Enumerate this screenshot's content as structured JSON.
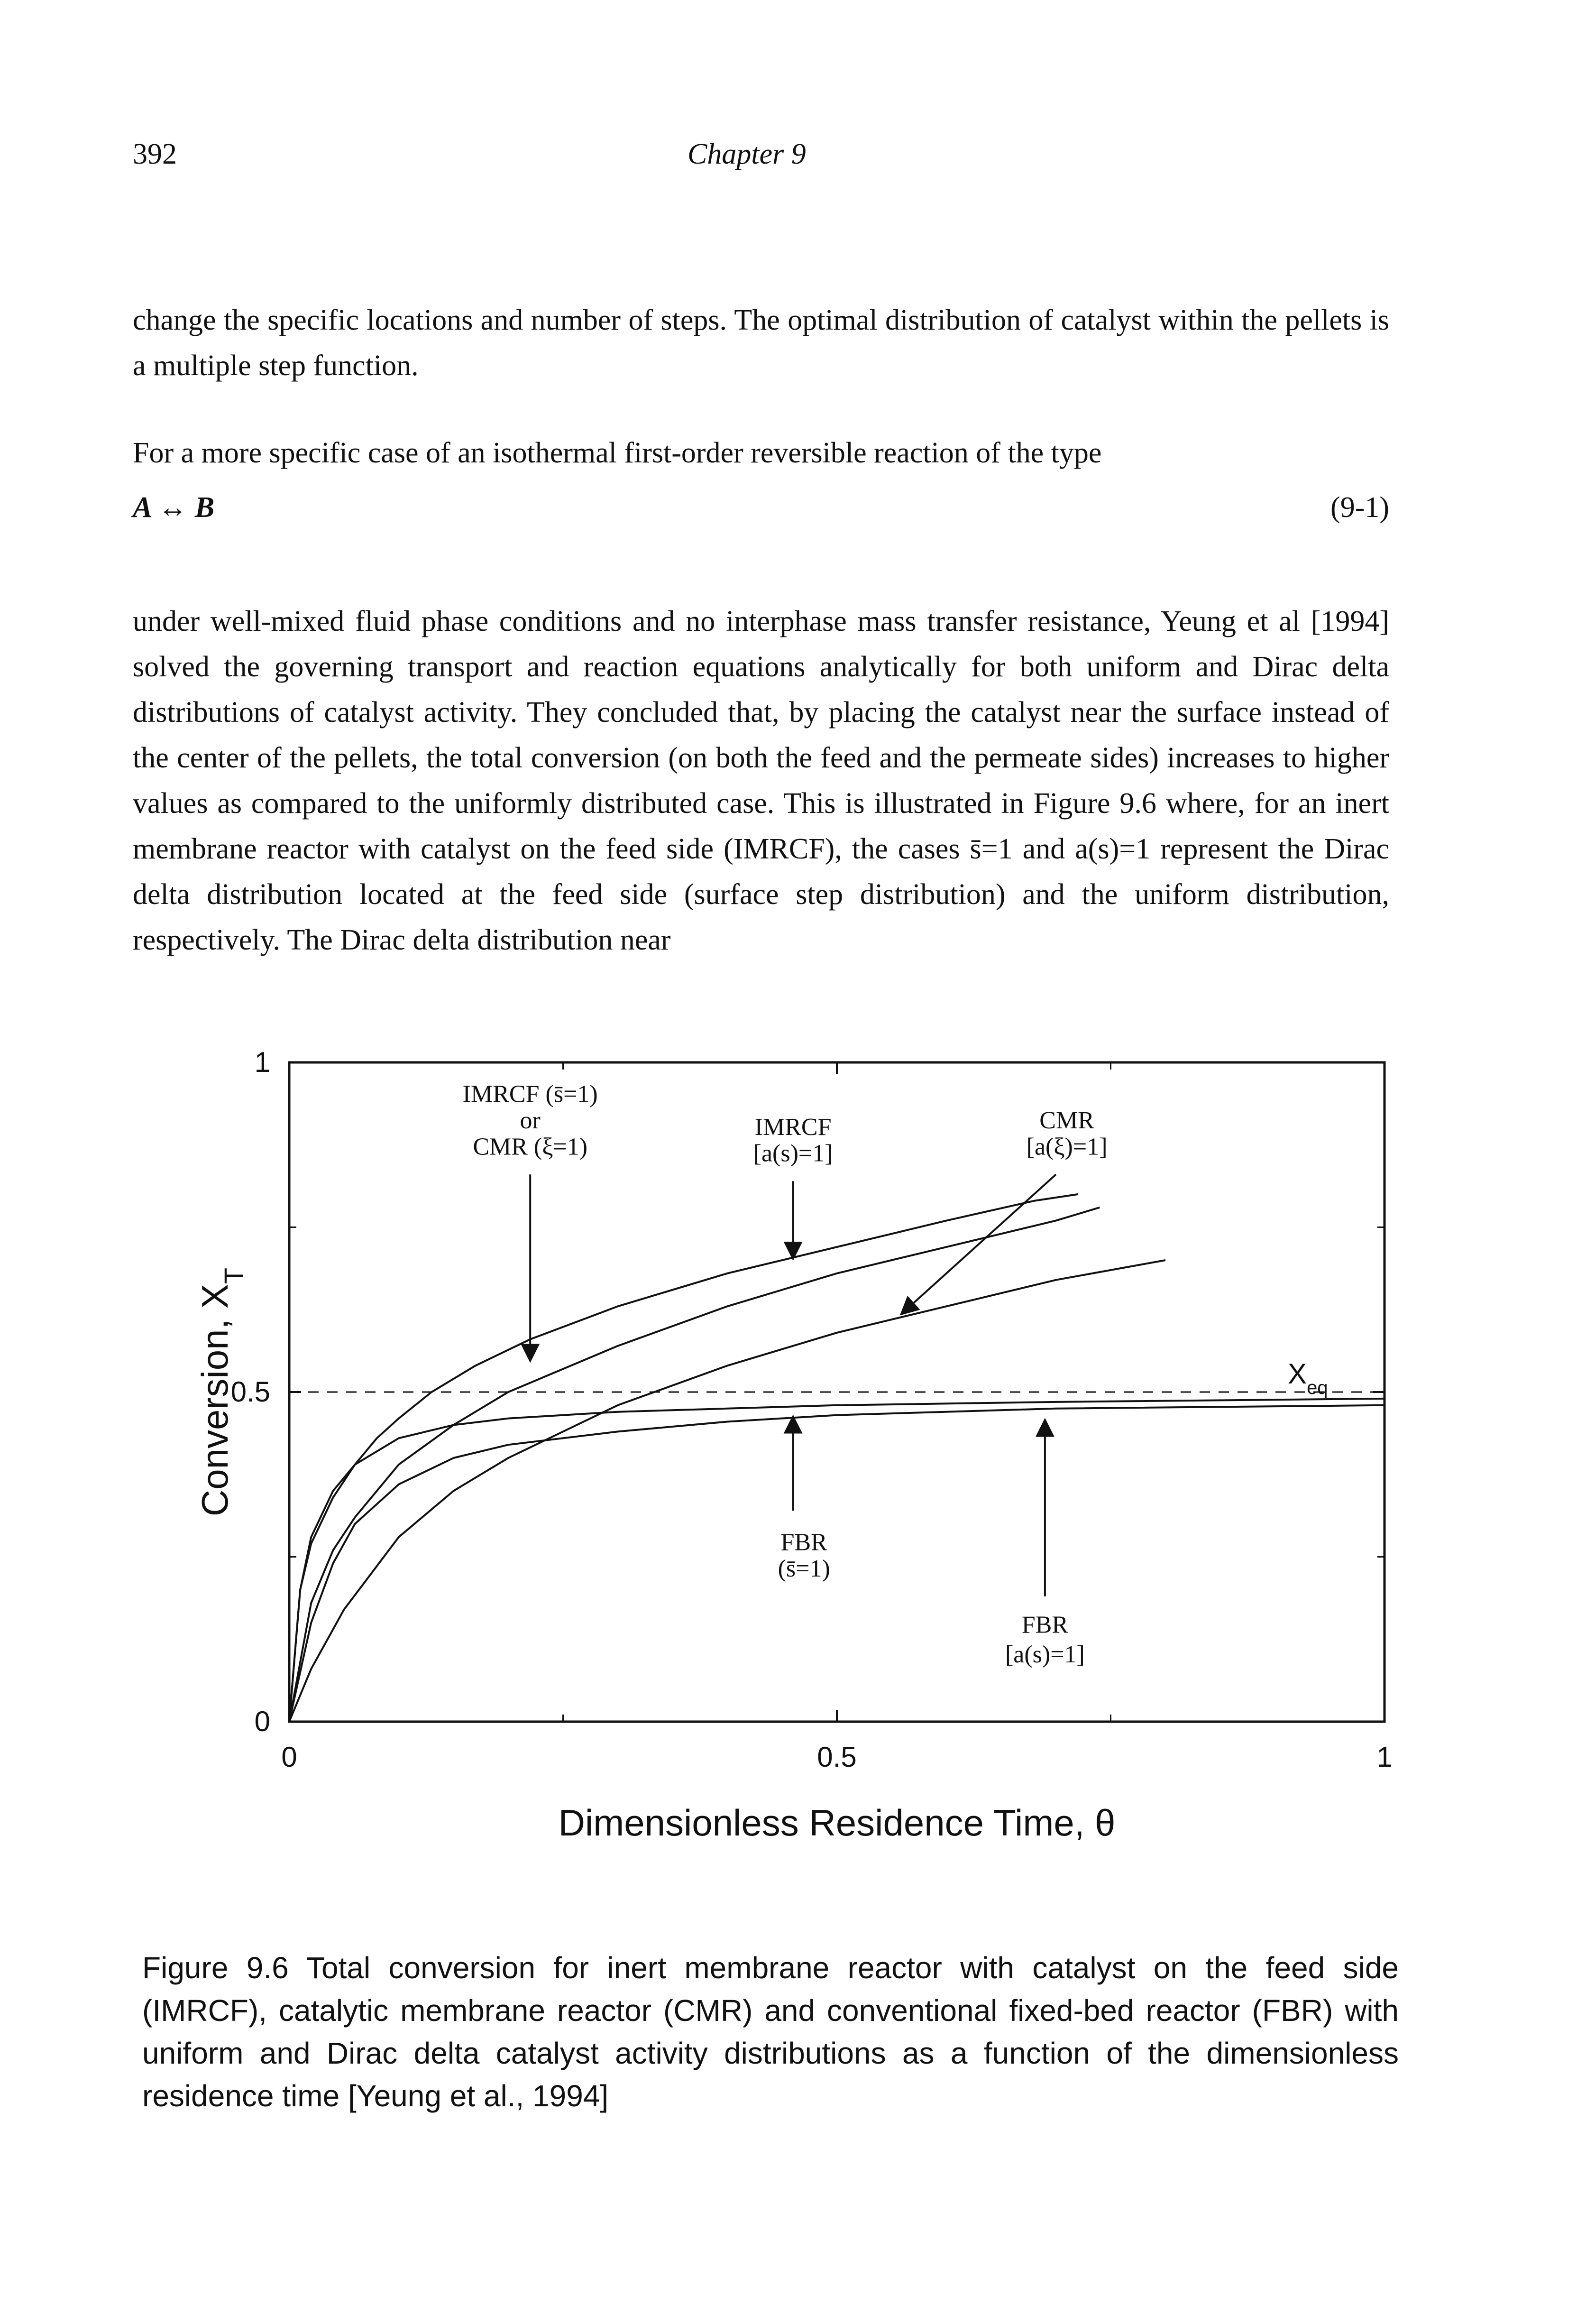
{
  "header": {
    "page_number": "392",
    "chapter": "Chapter 9"
  },
  "body": {
    "para1": "change the specific locations and number of steps. The optimal distribution of catalyst within the pellets is a multiple step function.",
    "para2": "For a more specific case of an isothermal first-order reversible reaction of the type",
    "equation": "A ↔ B",
    "equation_number": "(9-1)",
    "para3": "under well-mixed fluid phase conditions and no interphase mass transfer resistance, Yeung et al [1994] solved the governing transport and reaction equations analytically for both uniform and Dirac delta distributions of catalyst activity. They concluded that, by placing the catalyst near the surface instead of the center of the pellets, the total conversion (on both the feed and the permeate sides) increases to higher values as compared to the uniformly distributed case. This is illustrated in Figure 9.6 where, for an inert membrane reactor with catalyst on the feed side (IMRCF), the cases s̄=1 and a(s)=1 represent the Dirac delta distribution located at the feed side (surface step distribution) and the uniform distribution, respectively. The Dirac delta distribution near"
  },
  "chart_data": {
    "type": "line",
    "xlabel": "Dimensionless Residence Time, θ",
    "ylabel": "Conversion, X",
    "ylabel_sub": "T",
    "xlim": [
      0,
      1
    ],
    "ylim": [
      0,
      1
    ],
    "x_ticks": [
      "0",
      "0.5",
      "1"
    ],
    "y_ticks": [
      "0",
      "0.5",
      "1"
    ],
    "reference_lines": [
      {
        "label": "X",
        "label_sub": "eq",
        "y": 0.5,
        "style": "dashed"
      }
    ],
    "series": [
      {
        "name": "IMRCF (s̄=1) or CMR (ξ=1)",
        "line2": "or",
        "line3": "CMR (ξ=1)",
        "line1": "IMRCF (s̄=1)",
        "x": [
          0.0,
          0.01,
          0.02,
          0.04,
          0.06,
          0.08,
          0.1,
          0.13,
          0.17,
          0.22,
          0.3,
          0.4,
          0.5,
          0.6,
          0.68,
          0.72
        ],
        "y": [
          0.0,
          0.2,
          0.27,
          0.34,
          0.39,
          0.43,
          0.46,
          0.5,
          0.54,
          0.58,
          0.63,
          0.68,
          0.72,
          0.76,
          0.79,
          0.8
        ]
      },
      {
        "name": "IMRCF [a(s)=1]",
        "line1": "IMRCF",
        "line2": "[a(s)=1]",
        "x": [
          0.0,
          0.02,
          0.04,
          0.06,
          0.1,
          0.15,
          0.2,
          0.3,
          0.4,
          0.5,
          0.6,
          0.7,
          0.74
        ],
        "y": [
          0.0,
          0.18,
          0.26,
          0.31,
          0.39,
          0.45,
          0.5,
          0.57,
          0.63,
          0.68,
          0.72,
          0.76,
          0.78
        ]
      },
      {
        "name": "CMR [a(ξ)=1]",
        "line1": "CMR",
        "line2": "[a(ξ)=1]",
        "x": [
          0.0,
          0.02,
          0.05,
          0.1,
          0.15,
          0.2,
          0.3,
          0.4,
          0.5,
          0.6,
          0.7,
          0.8
        ],
        "y": [
          0.0,
          0.08,
          0.17,
          0.28,
          0.35,
          0.4,
          0.48,
          0.54,
          0.59,
          0.63,
          0.67,
          0.7
        ]
      },
      {
        "name": "FBR (s̄=1)",
        "line1": "FBR",
        "line2": "(s̄=1)",
        "x": [
          0.0,
          0.01,
          0.02,
          0.04,
          0.06,
          0.1,
          0.15,
          0.2,
          0.3,
          0.4,
          0.5,
          0.7,
          1.0
        ],
        "y": [
          0.0,
          0.2,
          0.28,
          0.35,
          0.39,
          0.43,
          0.45,
          0.46,
          0.47,
          0.475,
          0.48,
          0.485,
          0.49
        ]
      },
      {
        "name": "FBR [a(s)=1]",
        "line1": "FBR",
        "line2": "[a(s)=1]",
        "x": [
          0.0,
          0.02,
          0.04,
          0.06,
          0.1,
          0.15,
          0.2,
          0.3,
          0.4,
          0.5,
          0.7,
          1.0
        ],
        "y": [
          0.0,
          0.15,
          0.24,
          0.3,
          0.36,
          0.4,
          0.42,
          0.44,
          0.455,
          0.465,
          0.475,
          0.48
        ]
      }
    ],
    "x_eq_label": "X",
    "x_eq_sub": "eq"
  },
  "caption": "Figure 9.6 Total conversion for inert membrane reactor with catalyst on the feed side (IMRCF), catalytic membrane reactor (CMR) and conventional fixed-bed reactor (FBR) with uniform and Dirac delta catalyst activity distributions as a function of the dimensionless residence time [Yeung et al., 1994]"
}
